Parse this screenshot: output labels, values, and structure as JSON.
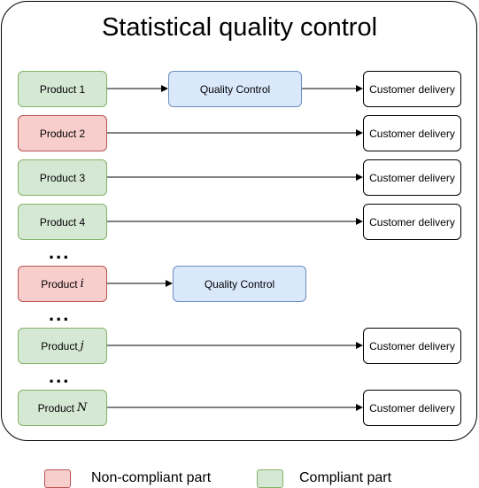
{
  "title": "Statistical quality control",
  "rows": [
    {
      "product": "Product 1",
      "var": "",
      "status": "compliant",
      "qc": "Quality Control",
      "delivery": "Customer delivery"
    },
    {
      "product": "Product 2",
      "var": "",
      "status": "noncompliant",
      "qc": "",
      "delivery": "Customer delivery"
    },
    {
      "product": "Product 3",
      "var": "",
      "status": "compliant",
      "qc": "",
      "delivery": "Customer delivery"
    },
    {
      "product": "Product 4",
      "var": "",
      "status": "compliant",
      "qc": "",
      "delivery": "Customer delivery"
    },
    {
      "product": "Product",
      "var": "i",
      "status": "noncompliant",
      "qc": "Quality Control",
      "delivery": ""
    },
    {
      "product": "Product",
      "var": "j",
      "status": "compliant",
      "qc": "",
      "delivery": "Customer delivery"
    },
    {
      "product": "Product",
      "var": "N",
      "status": "compliant",
      "qc": "",
      "delivery": "Customer delivery"
    }
  ],
  "ellipsis": "...",
  "legend": {
    "noncompliant": "Non-compliant part",
    "compliant": "Compliant part"
  },
  "colors": {
    "compliant_fill": "#d5e8d4",
    "compliant_stroke": "#82b366",
    "noncompliant_fill": "#f8cecc",
    "noncompliant_stroke": "#b85450",
    "qc_fill": "#dae8fc",
    "qc_stroke": "#6c8ebf"
  }
}
